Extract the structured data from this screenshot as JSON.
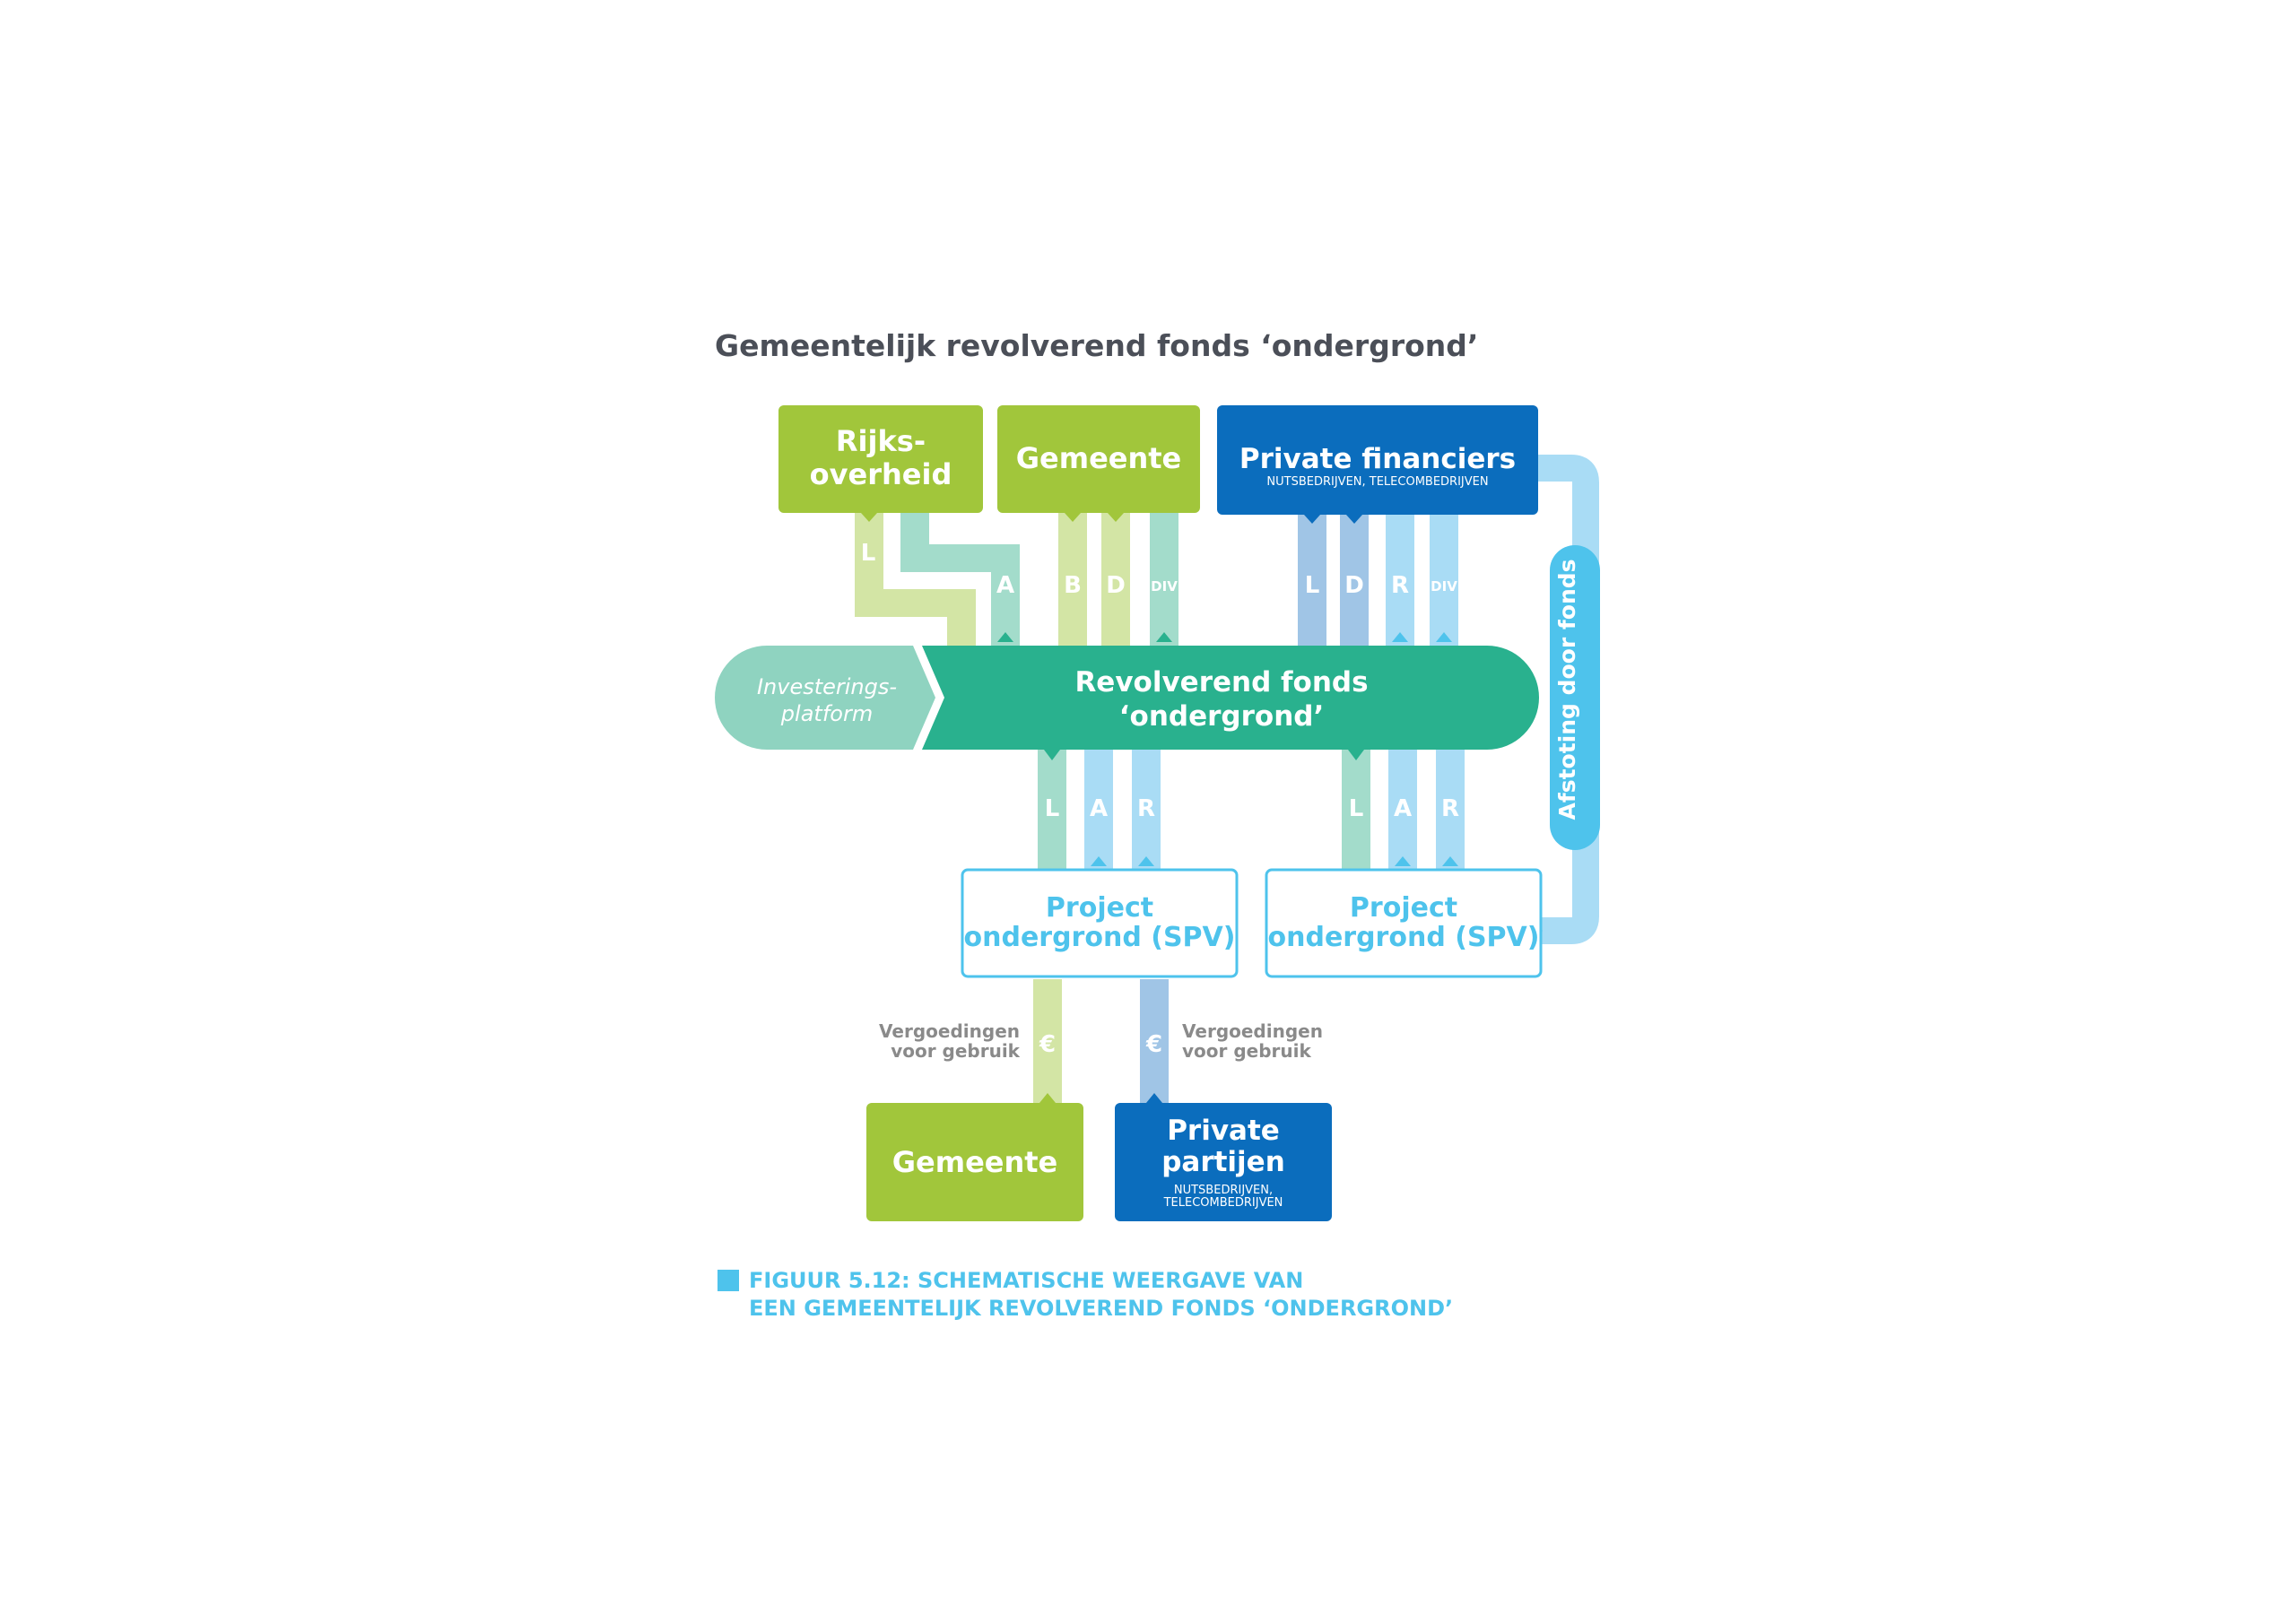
{
  "diagram_title": "Gemeentelijk revolverend fonds ‘ondergrond’",
  "top_boxes": {
    "rijksoverheid": {
      "line1": "Rijks-",
      "line2": "overheid"
    },
    "gemeente": {
      "label": "Gemeente"
    },
    "private_financiers": {
      "label": "Private financiers",
      "sublabel": "NUTSBEDRIJVEN, TELECOMBEDRIJVEN"
    }
  },
  "top_bands": {
    "rijk_l": "L",
    "rijk_a": "A",
    "gem_b": "B",
    "gem_d": "D",
    "gem_div": "DIV",
    "priv_l": "L",
    "priv_d": "D",
    "priv_r": "R",
    "priv_div": "DIV"
  },
  "investeringsplatform": {
    "line1": "Investerings-",
    "line2": "platform"
  },
  "fund": {
    "line1": "Revolverend fonds",
    "line2": "‘ondergrond’"
  },
  "afstoting_label": "Afstoting door fonds",
  "mid_bands": {
    "left_l": "L",
    "left_a": "A",
    "left_r": "R",
    "right_l": "L",
    "right_a": "A",
    "right_r": "R"
  },
  "spv_boxes": [
    {
      "line1": "Project",
      "line2": "ondergrond (SPV)"
    },
    {
      "line1": "Project",
      "line2": "ondergrond (SPV)"
    }
  ],
  "fees": {
    "left": {
      "line1": "Vergoedingen",
      "line2": "voor gebruik",
      "symbol": "€"
    },
    "right": {
      "line1": "Vergoedingen",
      "line2": "voor gebruik",
      "symbol": "€"
    }
  },
  "bottom_boxes": {
    "gemeente": {
      "label": "Gemeente"
    },
    "private_partijen": {
      "line1": "Private",
      "line2": "partijen",
      "sub1": "NUTSBEDRIJVEN,",
      "sub2": "TELECOMBEDRIJVEN"
    }
  },
  "caption": {
    "line1": "FIGUUR 5.12: SCHEMATISCHE WEERGAVE VAN",
    "line2": "EEN GEMEENTELIJK REVOLVEREND FONDS ‘ONDERGROND’"
  },
  "colors": {
    "green": "#a1c63b",
    "light_green": "#d3e5a5",
    "teal": "#29b18e",
    "mint": "#8fd3c0",
    "mint_light": "#a3dccb",
    "dark_blue": "#0b6dbd",
    "steel_blue": "#a0c5e6",
    "light_blue": "#a9dcf5",
    "cyan": "#4ec3ec"
  }
}
